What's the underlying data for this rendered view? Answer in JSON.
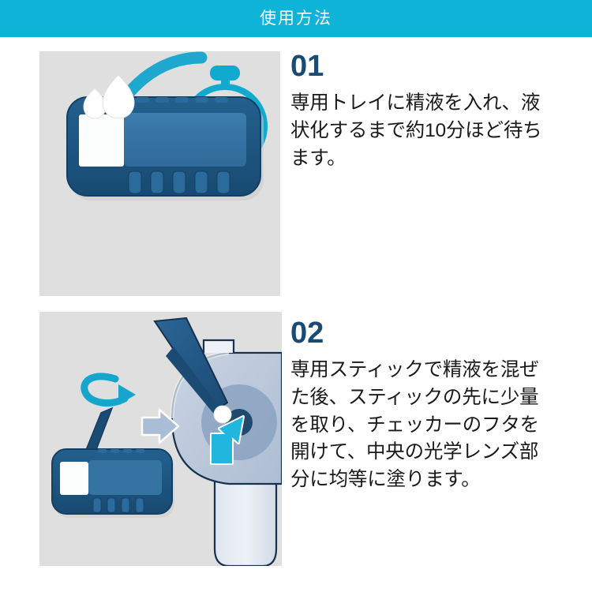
{
  "header": {
    "title": "使用方法"
  },
  "steps": [
    {
      "number": "01",
      "body": "専用トレイに精液を入れ、液状化するまで約10分ほど待ちます。",
      "illustration": {
        "name": "tray-with-semen-and-timer",
        "timer_value": "10",
        "timer_unit": "分",
        "elements": [
          "curved-down-arrow-icon",
          "stopwatch-icon",
          "sample-tray-icon",
          "droplet-icon"
        ]
      }
    },
    {
      "number": "02",
      "body": "専用スティックで精液を混ぜた後、スティックの先に少量を取り、チェッカーのフタを開けて、中央の光学レンズ部分に均等に塗ります。",
      "illustration": {
        "name": "stir-and-apply-to-lens",
        "elements": [
          "stir-rotation-arrow-icon",
          "mixing-stick-icon",
          "sample-tray-icon",
          "right-arrow-icon",
          "checker-device-icon",
          "optical-lens-icon",
          "apply-arrow-icon"
        ]
      }
    }
  ],
  "colors": {
    "header_bg": "#0db4d8",
    "accent_cyan": "#12a9cf",
    "number_navy": "#1b4a73",
    "tray_rim_navy": "#1c5580",
    "tray_inner_blue": "#3573a3",
    "panel_bg": "#dfdfdf",
    "body_text": "#1a1a1a",
    "checker_body": "#c3cfe0",
    "lens_dark": "#1f4a6d"
  }
}
